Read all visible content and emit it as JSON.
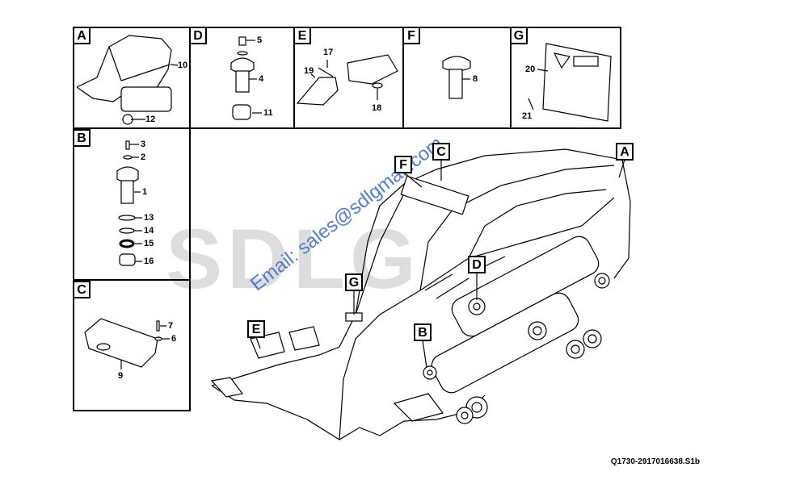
{
  "panels": {
    "A": {
      "label": "A",
      "callouts": [
        "10",
        "12"
      ]
    },
    "B": {
      "label": "B",
      "callouts": [
        "3",
        "2",
        "1",
        "13",
        "14",
        "15",
        "16"
      ]
    },
    "C": {
      "label": "C",
      "callouts": [
        "7",
        "6",
        "9"
      ]
    },
    "D": {
      "label": "D",
      "callouts": [
        "5",
        "4",
        "11"
      ]
    },
    "E": {
      "label": "E",
      "callouts": [
        "17",
        "19",
        "18"
      ]
    },
    "F": {
      "label": "F",
      "callouts": [
        "8"
      ]
    },
    "G": {
      "label": "G",
      "callouts": [
        "20",
        "21"
      ]
    }
  },
  "main_tags": [
    "F",
    "C",
    "A",
    "D",
    "G",
    "E",
    "B"
  ],
  "watermark": {
    "brand": "SDLG",
    "email": "Email: sales@sdlgmall.com"
  },
  "reference": "Q1730-2917016638.S1b"
}
